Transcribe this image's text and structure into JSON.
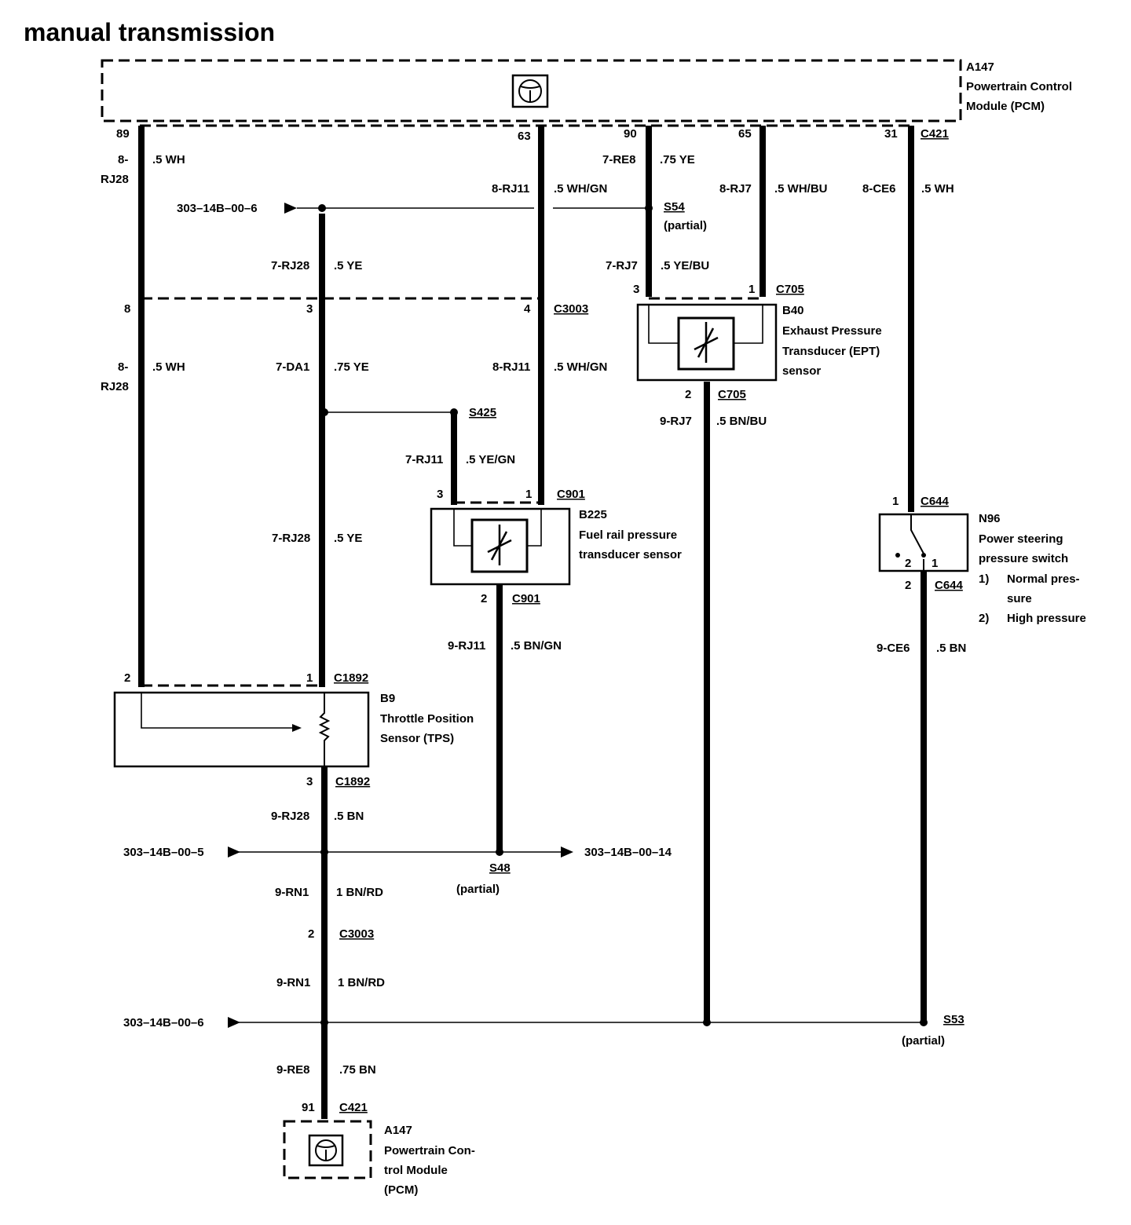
{
  "title": "manual transmission",
  "modules": {
    "pcm_top": {
      "id": "A147",
      "line1": "Powertrain Control",
      "line2": "Module (PCM)"
    },
    "pcm_bottom": {
      "id": "A147",
      "line1": "Powertrain Con-",
      "line2": "trol Module",
      "line3": "(PCM)"
    }
  },
  "components": {
    "ept": {
      "id": "B40",
      "line1": "Exhaust Pressure",
      "line2": "Transducer (EPT)",
      "line3": "sensor"
    },
    "frp": {
      "id": "B225",
      "line1": "Fuel rail pressure",
      "line2": "transducer sensor"
    },
    "tps": {
      "id": "B9",
      "line1": "Throttle Position",
      "line2": "Sensor (TPS)"
    },
    "psps": {
      "id": "N96",
      "line1": "Power steering",
      "line2": "pressure switch",
      "s1num": "1)",
      "s1a": "Normal pres-",
      "s1b": "sure",
      "s2num": "2)",
      "s2": "High pressure"
    }
  },
  "pins": {
    "p89": "89",
    "p63": "63",
    "p90": "90",
    "p65": "65",
    "p31": "31",
    "c421_top": "C421",
    "c3003_8": "8",
    "c3003_3": "3",
    "c3003_4": "4",
    "c3003": "C3003",
    "c705_3": "3",
    "c705_1": "1",
    "c705_top": "C705",
    "c705_2": "2",
    "c705_bot": "C705",
    "c901_3": "3",
    "c901_1": "1",
    "c901_top": "C901",
    "c901_2": "2",
    "c901_bot": "C901",
    "c644_1": "1",
    "c644_top": "C644",
    "c644_2": "2",
    "c644_bot": "C644",
    "psps_sw2": "2",
    "psps_sw1": "1",
    "c1892_2": "2",
    "c1892_1": "1",
    "c1892_top": "C1892",
    "c1892_3": "3",
    "c1892_bot": "C1892",
    "c3003b_2": "2",
    "c3003b": "C3003",
    "p91": "91",
    "c421_bot": "C421"
  },
  "wires": {
    "w1a": "8-",
    "w1b": "RJ28",
    "w1c": ".5 WH",
    "w2a": "8-RJ11",
    "w2b": ".5 WH/GN",
    "w3a": "7-RE8",
    "w3b": ".75 YE",
    "w4a": "8-RJ7",
    "w4b": ".5 WH/BU",
    "w5a": "8-CE6",
    "w5b": ".5 WH",
    "w6a": "7-RJ28",
    "w6b": ".5 YE",
    "w7a": "7-RJ7",
    "w7b": ".5 YE/BU",
    "w8a": "8-",
    "w8b": "RJ28",
    "w8c": ".5 WH",
    "w9a": "7-DA1",
    "w9b": ".75 YE",
    "w10a": "8-RJ11",
    "w10b": ".5 WH/GN",
    "w11a": "9-RJ7",
    "w11b": ".5 BN/BU",
    "w12a": "7-RJ11",
    "w12b": ".5 YE/GN",
    "w13a": "7-RJ28",
    "w13b": ".5 YE",
    "w14a": "9-RJ11",
    "w14b": ".5 BN/GN",
    "w15a": "9-CE6",
    "w15b": ".5 BN",
    "w16a": "9-RJ28",
    "w16b": ".5 BN",
    "w17a": "9-RN1",
    "w17b": "1 BN/RD",
    "w18a": "9-RN1",
    "w18b": "1 BN/RD",
    "w19a": "9-RE8",
    "w19b": ".75 BN"
  },
  "splices": {
    "s54": "S54",
    "s54_note": "(partial)",
    "s425": "S425",
    "s48": "S48",
    "s48_note": "(partial)",
    "s53": "S53",
    "s53_note": "(partial)"
  },
  "refs": {
    "r1": "303–14B–00–6",
    "r2": "303–14B–00–5",
    "r3": "303–14B–00–14",
    "r4": "303–14B–00–6"
  }
}
